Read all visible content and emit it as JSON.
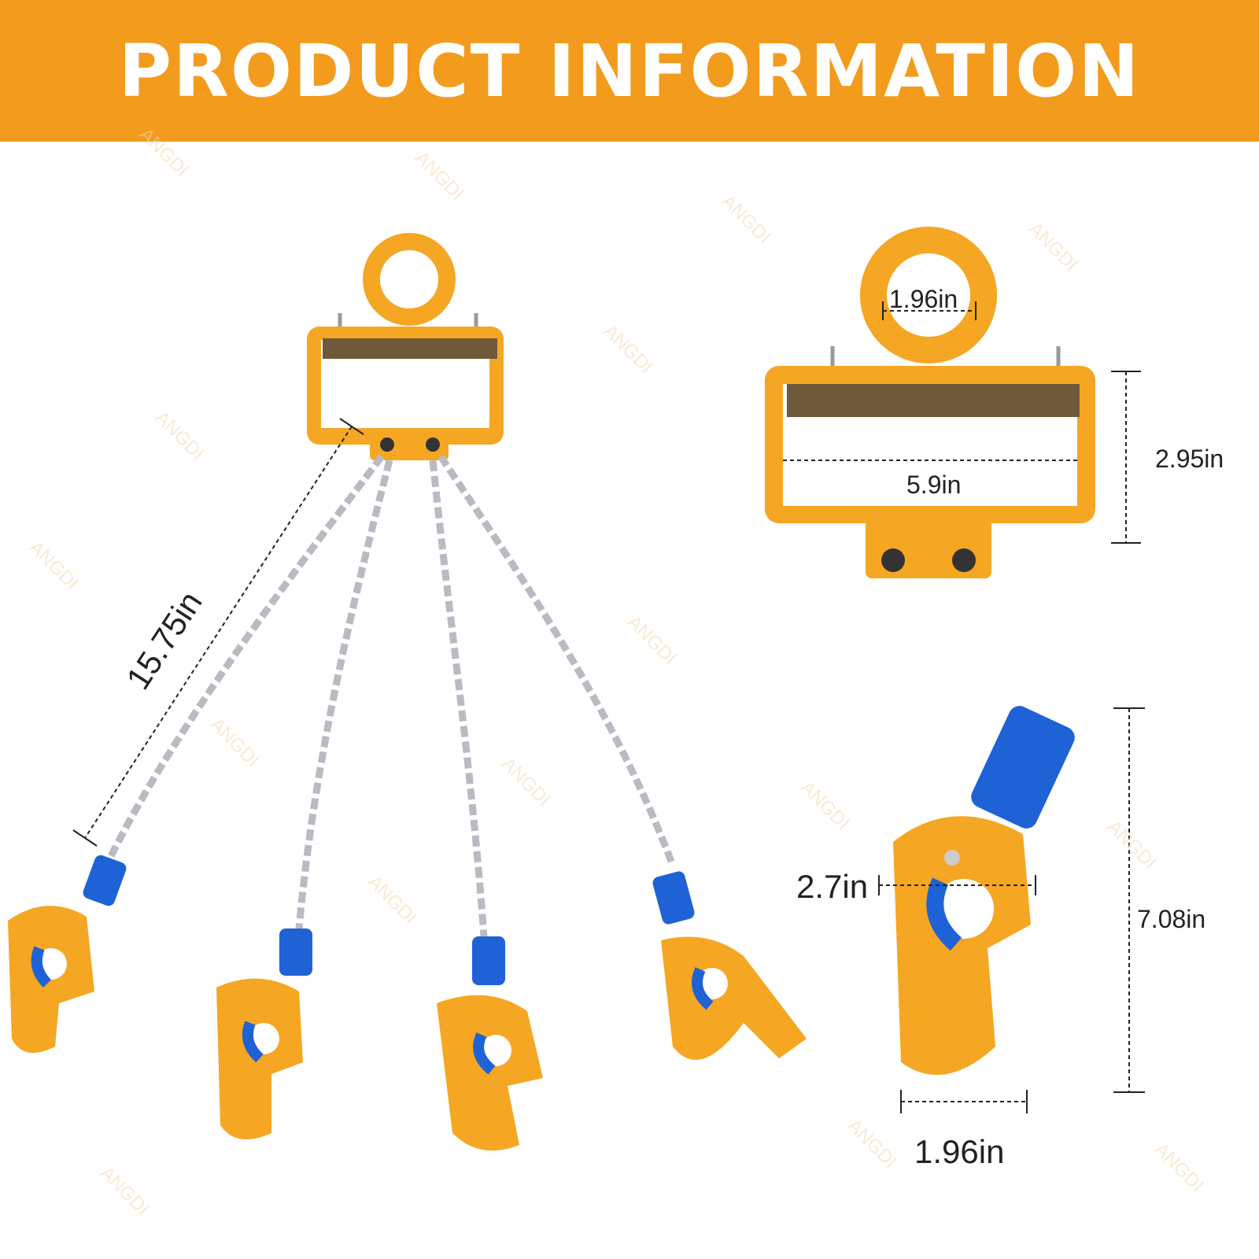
{
  "header": {
    "title": "PRODUCT INFORMATION"
  },
  "colors": {
    "banner": "#f29b1d",
    "body_orange": "#f5a623",
    "hook_blue": "#1e62d6",
    "chain": "#b8bcc2"
  },
  "dimensions": {
    "chain_length": "15.75in",
    "ring_inner_diameter": "1.96in",
    "frame_width": "5.9in",
    "frame_height": "2.95in",
    "hook_opening": "2.7in",
    "hook_height": "7.08in",
    "hook_width": "1.96in"
  },
  "watermark": "ANGDI"
}
